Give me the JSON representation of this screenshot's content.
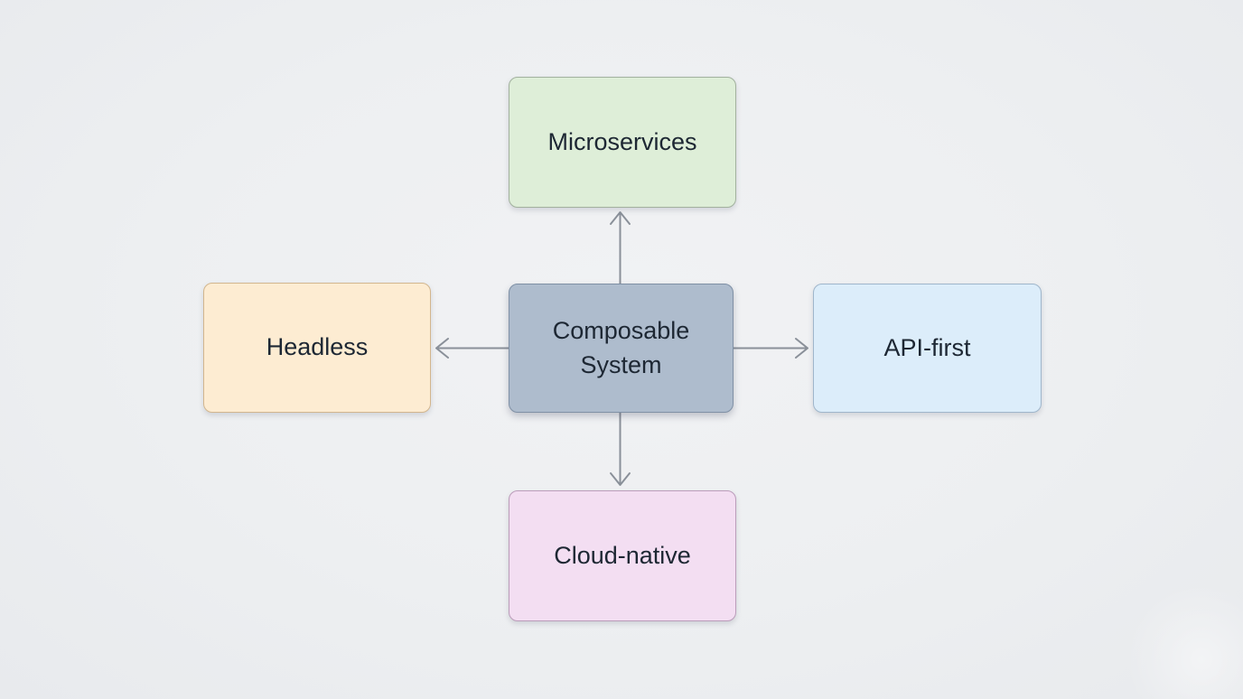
{
  "diagram": {
    "title": "Composable System diagram",
    "background_color": "#edeff1",
    "arrow_color": "#8a9099",
    "text_color": "#1d2733",
    "nodes": {
      "center": {
        "label": "Composable System",
        "fill": "#aebccd",
        "border": "#7f90a5",
        "position": "center"
      },
      "top": {
        "label": "Microservices",
        "fill": "#deeed8",
        "border": "#a2b19e",
        "position": "top"
      },
      "left": {
        "label": "Headless",
        "fill": "#fdecd2",
        "border": "#d2b68e",
        "position": "left"
      },
      "right": {
        "label": "API-first",
        "fill": "#dcedfa",
        "border": "#9fb6cb",
        "position": "right"
      },
      "bottom": {
        "label": "Cloud-native",
        "fill": "#f3def2",
        "border": "#bb9cba",
        "position": "bottom"
      }
    },
    "connections": [
      {
        "from": "Composable System",
        "to": "Microservices",
        "arrowhead": "open"
      },
      {
        "from": "Composable System",
        "to": "Headless",
        "arrowhead": "open"
      },
      {
        "from": "Composable System",
        "to": "API-first",
        "arrowhead": "open"
      },
      {
        "from": "Composable System",
        "to": "Cloud-native",
        "arrowhead": "open"
      }
    ]
  }
}
